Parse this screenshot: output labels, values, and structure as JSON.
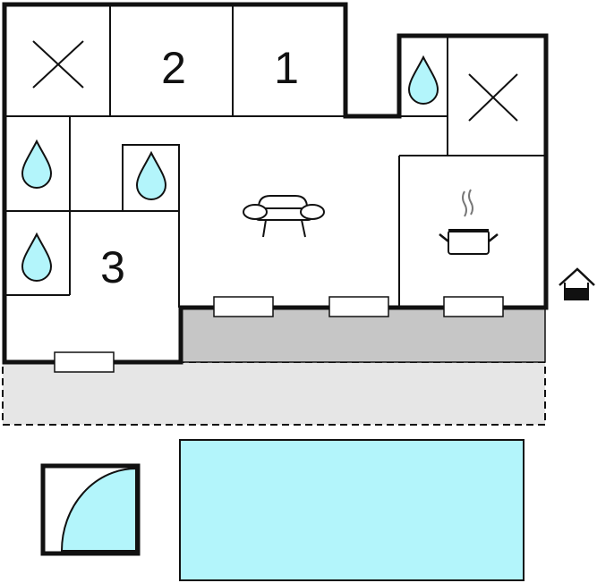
{
  "rooms": {
    "bedroom_1": {
      "label": "1"
    },
    "bedroom_2": {
      "label": "2"
    },
    "bedroom_3": {
      "label": "3"
    }
  },
  "icons": {
    "bathrooms": [
      "water-drop-icon",
      "water-drop-icon",
      "water-drop-icon",
      "water-drop-icon"
    ],
    "storage": [
      "cross-mark-icon",
      "cross-mark-icon"
    ],
    "living": "sofa-icon",
    "kitchen": "cooking-pot-icon",
    "entrance": "entrance-house-icon",
    "outdoor": "shower-corner-icon"
  },
  "colors": {
    "walls": "#111111",
    "water": "#b3f5fb",
    "terrace_covered": "#c6c6c6",
    "terrace_open": "#e6e6e6",
    "room_fill": "#ffffff"
  }
}
